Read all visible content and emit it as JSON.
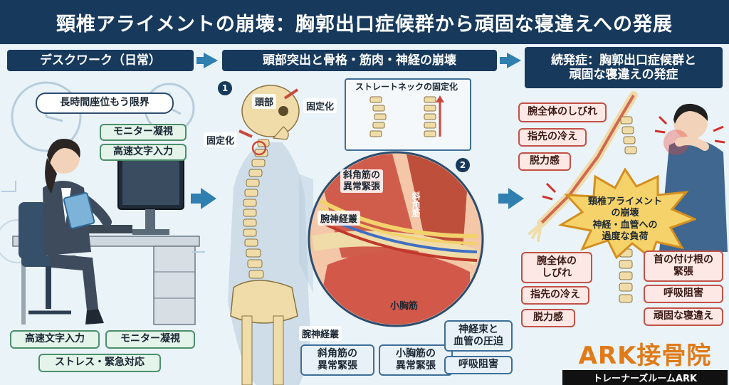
{
  "title": "頸椎アライメントの崩壊：胸郭出口症候群から頑固な寝違えへの発展",
  "sections": {
    "left": "デスクワーク（日常）",
    "middle": "頭部突出と骨格・筋肉・神経の崩壊",
    "right_line1": "続発症：胸郭出口症候群と",
    "right_line2": "頑固な寝違えの発症"
  },
  "left_panel": {
    "speech": "長時間座位もう限界",
    "tags": [
      "モニター凝視",
      "高速文字入力"
    ],
    "bottom": [
      "高速文字入力",
      "モニター凝視",
      "ストレス・緊急対応"
    ]
  },
  "middle_panel": {
    "num1": "1",
    "num2": "2",
    "head_label": "頭部",
    "fix_label_a": "固定化",
    "fix_label_b": "固定化",
    "straight_neck": "ストレートネックの固定化",
    "zoom_labels": {
      "scalene_top_1": "斜角筋の",
      "scalene_top_2": "異常緊張",
      "scalene_muscle": "斜角筋",
      "brachial_plexus_top": "腕神経叢",
      "pectoralis_minor": "小胸筋",
      "brachial_plexus_bottom": "腕神経叢"
    },
    "bottom_callouts": [
      {
        "line1": "斜角筋の",
        "line2": "異常緊張"
      },
      {
        "line1": "小胸筋の",
        "line2": "異常緊張"
      }
    ],
    "right_callouts": [
      {
        "line1": "神経束と",
        "line2": "血管の圧迫"
      },
      {
        "line1": "呼吸阻害",
        "line2": ""
      }
    ]
  },
  "right_panel": {
    "top_left": [
      "腕全体のしびれ",
      "指先の冷え",
      "脱力感"
    ],
    "burst_line1": "頸椎アライメント",
    "burst_line2": "の崩壊",
    "burst_line3": "神経・血管への",
    "burst_line4": "過度な負荷",
    "bottom_left": [
      {
        "line1": "腕全体の",
        "line2": "しびれ"
      },
      {
        "line1": "指先の冷え",
        "line2": ""
      },
      {
        "line1": "脱力感",
        "line2": ""
      }
    ],
    "bottom_right": [
      {
        "line1": "首の付け根の",
        "line2": "緊張"
      },
      {
        "line1": "呼吸阻害",
        "line2": ""
      },
      {
        "line1": "頑固な寝違え",
        "line2": ""
      }
    ]
  },
  "brand": {
    "name": "ARK接骨院",
    "sub": "トレーナーズルームARK"
  },
  "colors": {
    "navy": "#17395c",
    "arrow_blue": "#2f7fb0",
    "muscle_red": "#c94a3c",
    "bone": "#efdca8",
    "brand_orange": "#e07b18"
  }
}
